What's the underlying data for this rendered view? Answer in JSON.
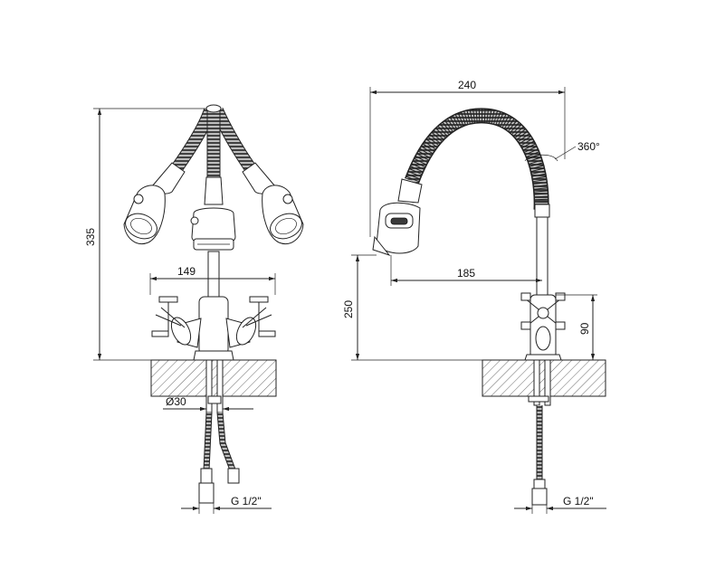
{
  "front_view": {
    "height_total": "335",
    "width_spread": "149",
    "hole_diameter": "Ø30",
    "thread": "G 1/2\""
  },
  "side_view": {
    "width_total": "240",
    "reach": "185",
    "spout_height": "250",
    "body_height": "90",
    "rotation": "360°",
    "thread": "G 1/2\""
  }
}
